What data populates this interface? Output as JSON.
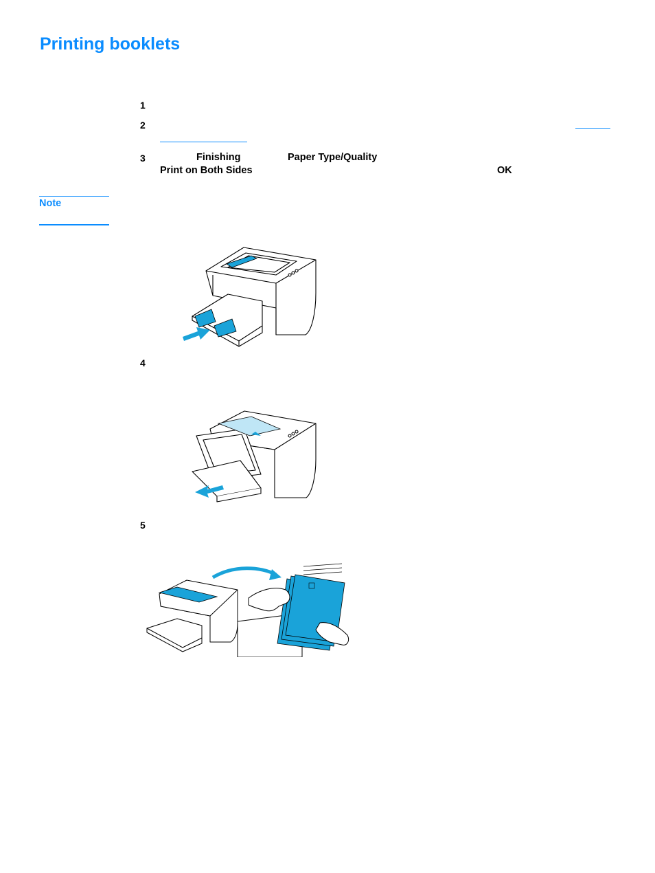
{
  "page": {
    "title": "Printing booklets"
  },
  "steps": [
    {
      "number": "1"
    },
    {
      "number": "2"
    },
    {
      "number": "3",
      "words": [
        "Finishing",
        "Paper Type/Quality",
        "Print on Both Sides",
        "OK"
      ]
    },
    {
      "number": "4"
    },
    {
      "number": "5"
    }
  ],
  "note": {
    "label": "Note"
  },
  "colors": {
    "accent": "#0a8cff",
    "paper_blue": "#1aa3d9"
  },
  "figures": [
    {
      "name": "printer-loading-paper-illustration"
    },
    {
      "name": "printer-removing-paper-illustration"
    },
    {
      "name": "moving-printed-stack-illustration"
    }
  ]
}
